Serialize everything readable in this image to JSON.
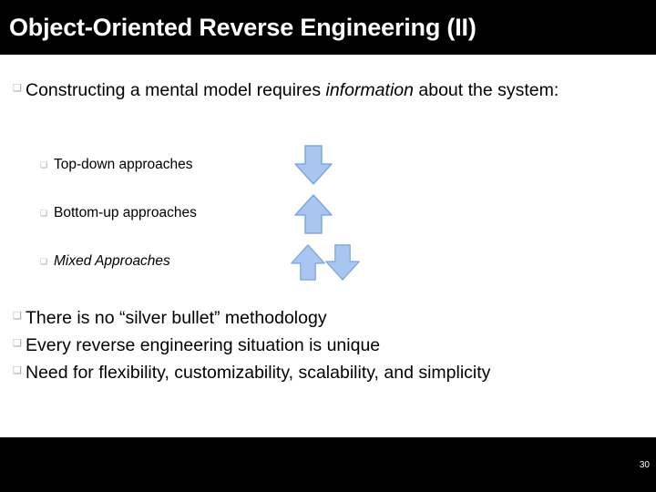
{
  "slide": {
    "title": "Object-Oriented Reverse Engineering (II)",
    "page_number": "30",
    "colors": {
      "title_bar_background": "#000000",
      "title_text": "#ffffff",
      "slide_background": "#ffffff",
      "bullet_marker": "#9aa4b0",
      "arrow_fill": "#a8c6f0",
      "arrow_stroke": "#7ea7e0",
      "body_text": "#000000"
    },
    "bullets": {
      "intro_part1": "Constructing a mental model requires ",
      "intro_emphasis": "information",
      "intro_part2": " about the system:",
      "sub_items": [
        {
          "label": "Top-down approaches",
          "italic": false
        },
        {
          "label": "Bottom-up approaches",
          "italic": false
        },
        {
          "label": "Mixed Approaches",
          "italic": true
        }
      ],
      "closing_items": [
        "There is no “silver bullet” methodology",
        "Every reverse engineering situation is unique",
        "Need for flexibility, customizability, scalability, and simplicity"
      ]
    },
    "bullet_glyph": "❑",
    "arrows": [
      {
        "name": "arrow-down-top-down",
        "direction": "down"
      },
      {
        "name": "arrow-up-bottom-up",
        "direction": "up"
      },
      {
        "name": "arrow-up-mixed",
        "direction": "up"
      },
      {
        "name": "arrow-down-mixed",
        "direction": "down"
      }
    ]
  }
}
